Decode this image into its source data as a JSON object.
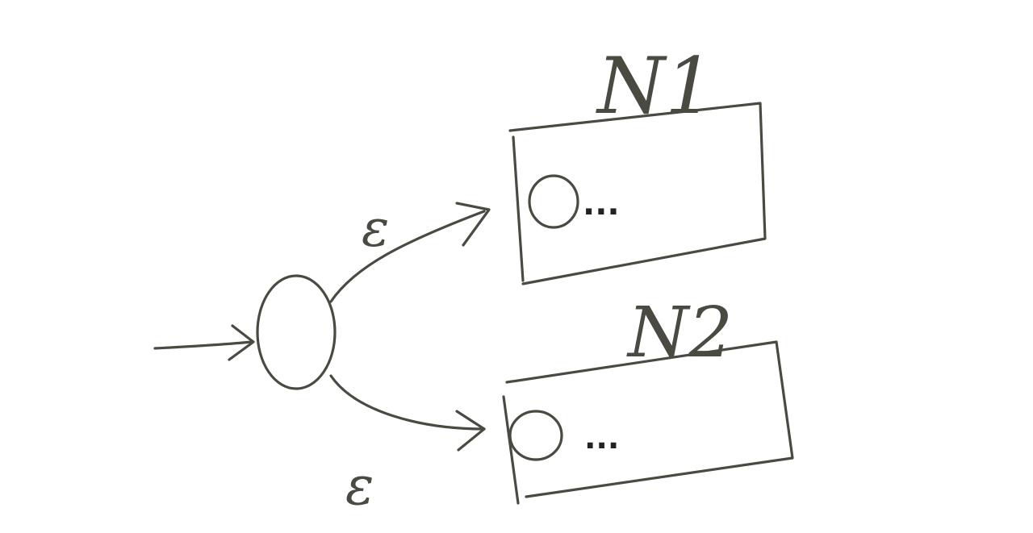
{
  "diagram": {
    "machines": [
      {
        "id": "N1",
        "label": "N1",
        "ellipsis": "..."
      },
      {
        "id": "N2",
        "label": "N2",
        "ellipsis": "..."
      }
    ],
    "transitions": [
      {
        "from": "start",
        "to": "N1",
        "label": "ε"
      },
      {
        "from": "start",
        "to": "N2",
        "label": "ε"
      }
    ],
    "colors": {
      "ink": "#4a4a42",
      "background": "#ffffff"
    }
  }
}
